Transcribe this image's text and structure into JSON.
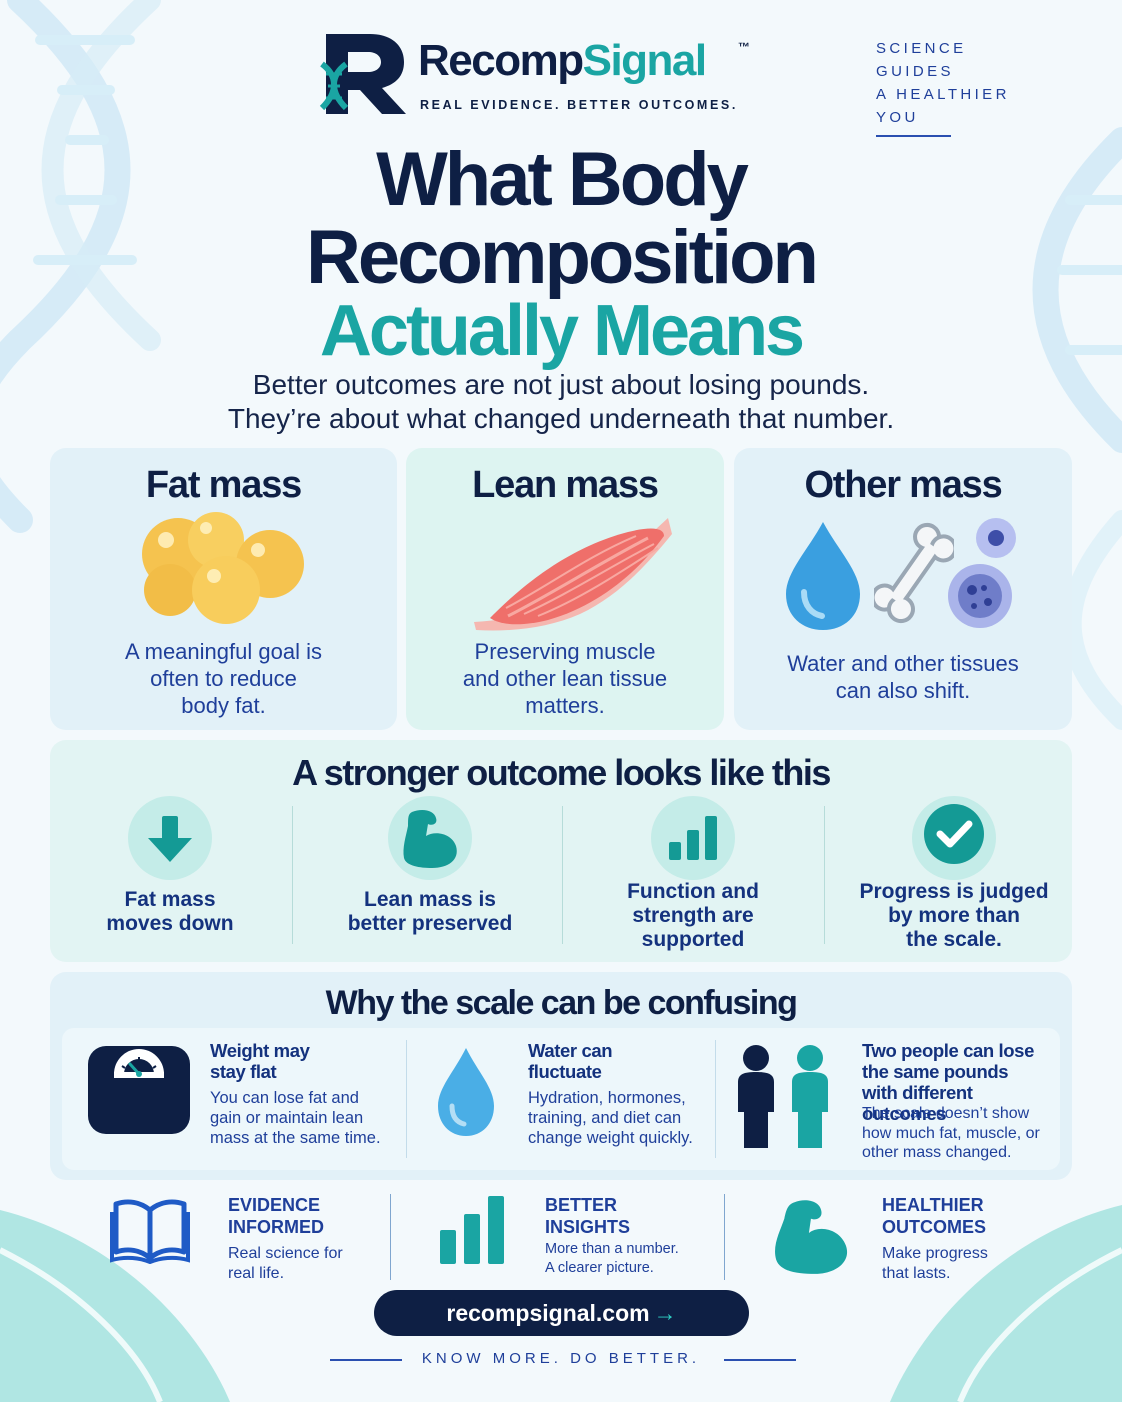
{
  "brand": {
    "name_part1": "Recomp",
    "name_part2": "Signal",
    "trademark": "™",
    "tagline": "REAL EVIDENCE. BETTER OUTCOMES.",
    "side_tagline": [
      "SCIENCE",
      "GUIDES",
      "A HEALTHIER",
      "YOU"
    ]
  },
  "colors": {
    "navy": "#0e1f44",
    "teal": "#1aa5a3",
    "royal_blue": "#1f3f9a",
    "sky": "#e2f1f8",
    "mint": "#e2f4f3"
  },
  "title": {
    "line1": "What Body",
    "line2": "Recomposition",
    "line3": "Actually Means",
    "subtitle_line1": "Better outcomes are not just about losing pounds.",
    "subtitle_line2": "They’re about what changed underneath that number."
  },
  "mass_cards": [
    {
      "title": "Fat mass",
      "icon": "fat-cells-icon",
      "text": [
        "A meaningful goal is",
        "often to reduce",
        "body fat."
      ]
    },
    {
      "title": "Lean mass",
      "icon": "muscle-icon",
      "text": [
        "Preserving muscle",
        "and other lean tissue",
        "matters."
      ]
    },
    {
      "title": "Other mass",
      "icon": "water-bone-cells-icon",
      "text": [
        "Water and other tissues",
        "can also shift."
      ]
    }
  ],
  "outcome": {
    "heading": "A stronger outcome looks like this",
    "items": [
      {
        "icon": "arrow-down-icon",
        "label": [
          "Fat mass",
          "moves down"
        ]
      },
      {
        "icon": "flexed-arm-icon",
        "label": [
          "Lean mass is",
          "better preserved"
        ]
      },
      {
        "icon": "bar-chart-icon",
        "label": [
          "Function and",
          "strength are",
          "supported"
        ]
      },
      {
        "icon": "check-circle-icon",
        "label": [
          "Progress is judged",
          "by more than",
          "the scale."
        ]
      }
    ]
  },
  "scale": {
    "heading": "Why the scale can be confusing",
    "items": [
      {
        "icon": "bathroom-scale-icon",
        "title": [
          "Weight may",
          "stay flat"
        ],
        "text": [
          "You can lose fat and",
          "gain or maintain lean",
          "mass at the same time."
        ]
      },
      {
        "icon": "water-drop-icon",
        "title": [
          "Water can",
          "fluctuate"
        ],
        "text": [
          "Hydration, hormones,",
          "training, and diet can",
          "change weight quickly."
        ]
      },
      {
        "icon": "two-people-icon",
        "title": [
          "Two people can lose",
          "the same pounds",
          "with different outcomes"
        ],
        "text": [
          "The scale doesn’t show",
          "how much fat, muscle, or",
          "other mass changed."
        ]
      }
    ]
  },
  "pillars": [
    {
      "icon": "open-book-icon",
      "title": [
        "EVIDENCE",
        "INFORMED"
      ],
      "text": [
        "Real science for",
        "real life."
      ]
    },
    {
      "icon": "bar-chart-icon",
      "title": [
        "BETTER",
        "INSIGHTS"
      ],
      "text": [
        "More than a number.",
        "A clearer picture."
      ]
    },
    {
      "icon": "flexed-arm-icon",
      "title": [
        "HEALTHIER",
        "OUTCOMES"
      ],
      "text": [
        "Make progress",
        "that lasts."
      ]
    }
  ],
  "footer": {
    "url": "recompsignal.com",
    "arrow": "→",
    "tagline": "KNOW MORE. DO BETTER."
  }
}
